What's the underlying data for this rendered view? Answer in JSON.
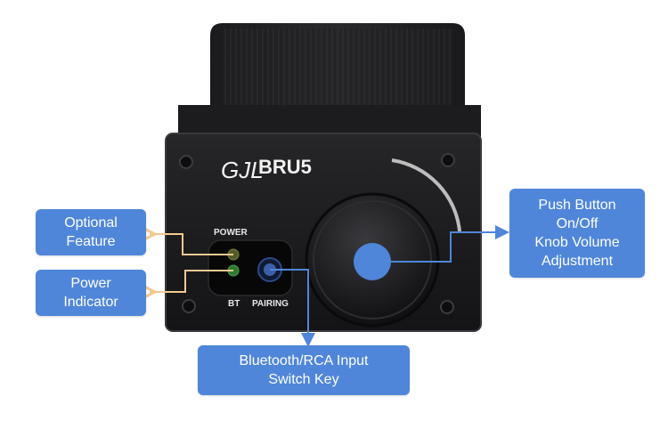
{
  "device": {
    "logo_text": "GJL",
    "model": "BRU5",
    "power_label": "POWER",
    "bt_label": "BT",
    "pairing_label": "PAIRING"
  },
  "callouts": {
    "optional_feature": [
      "Optional",
      "Feature"
    ],
    "power_indicator": [
      "Power",
      "Indicator"
    ],
    "bluetooth_switch": [
      "Bluetooth/RCA Input",
      "Switch Key"
    ],
    "push_button": [
      "Push Button",
      "On/Off",
      "Knob Volume",
      "Adjustment"
    ]
  },
  "colors": {
    "callout_bg": "#4f86d9",
    "arrow_orange": "#f3c98f",
    "arrow_blue": "#4f86d9"
  }
}
